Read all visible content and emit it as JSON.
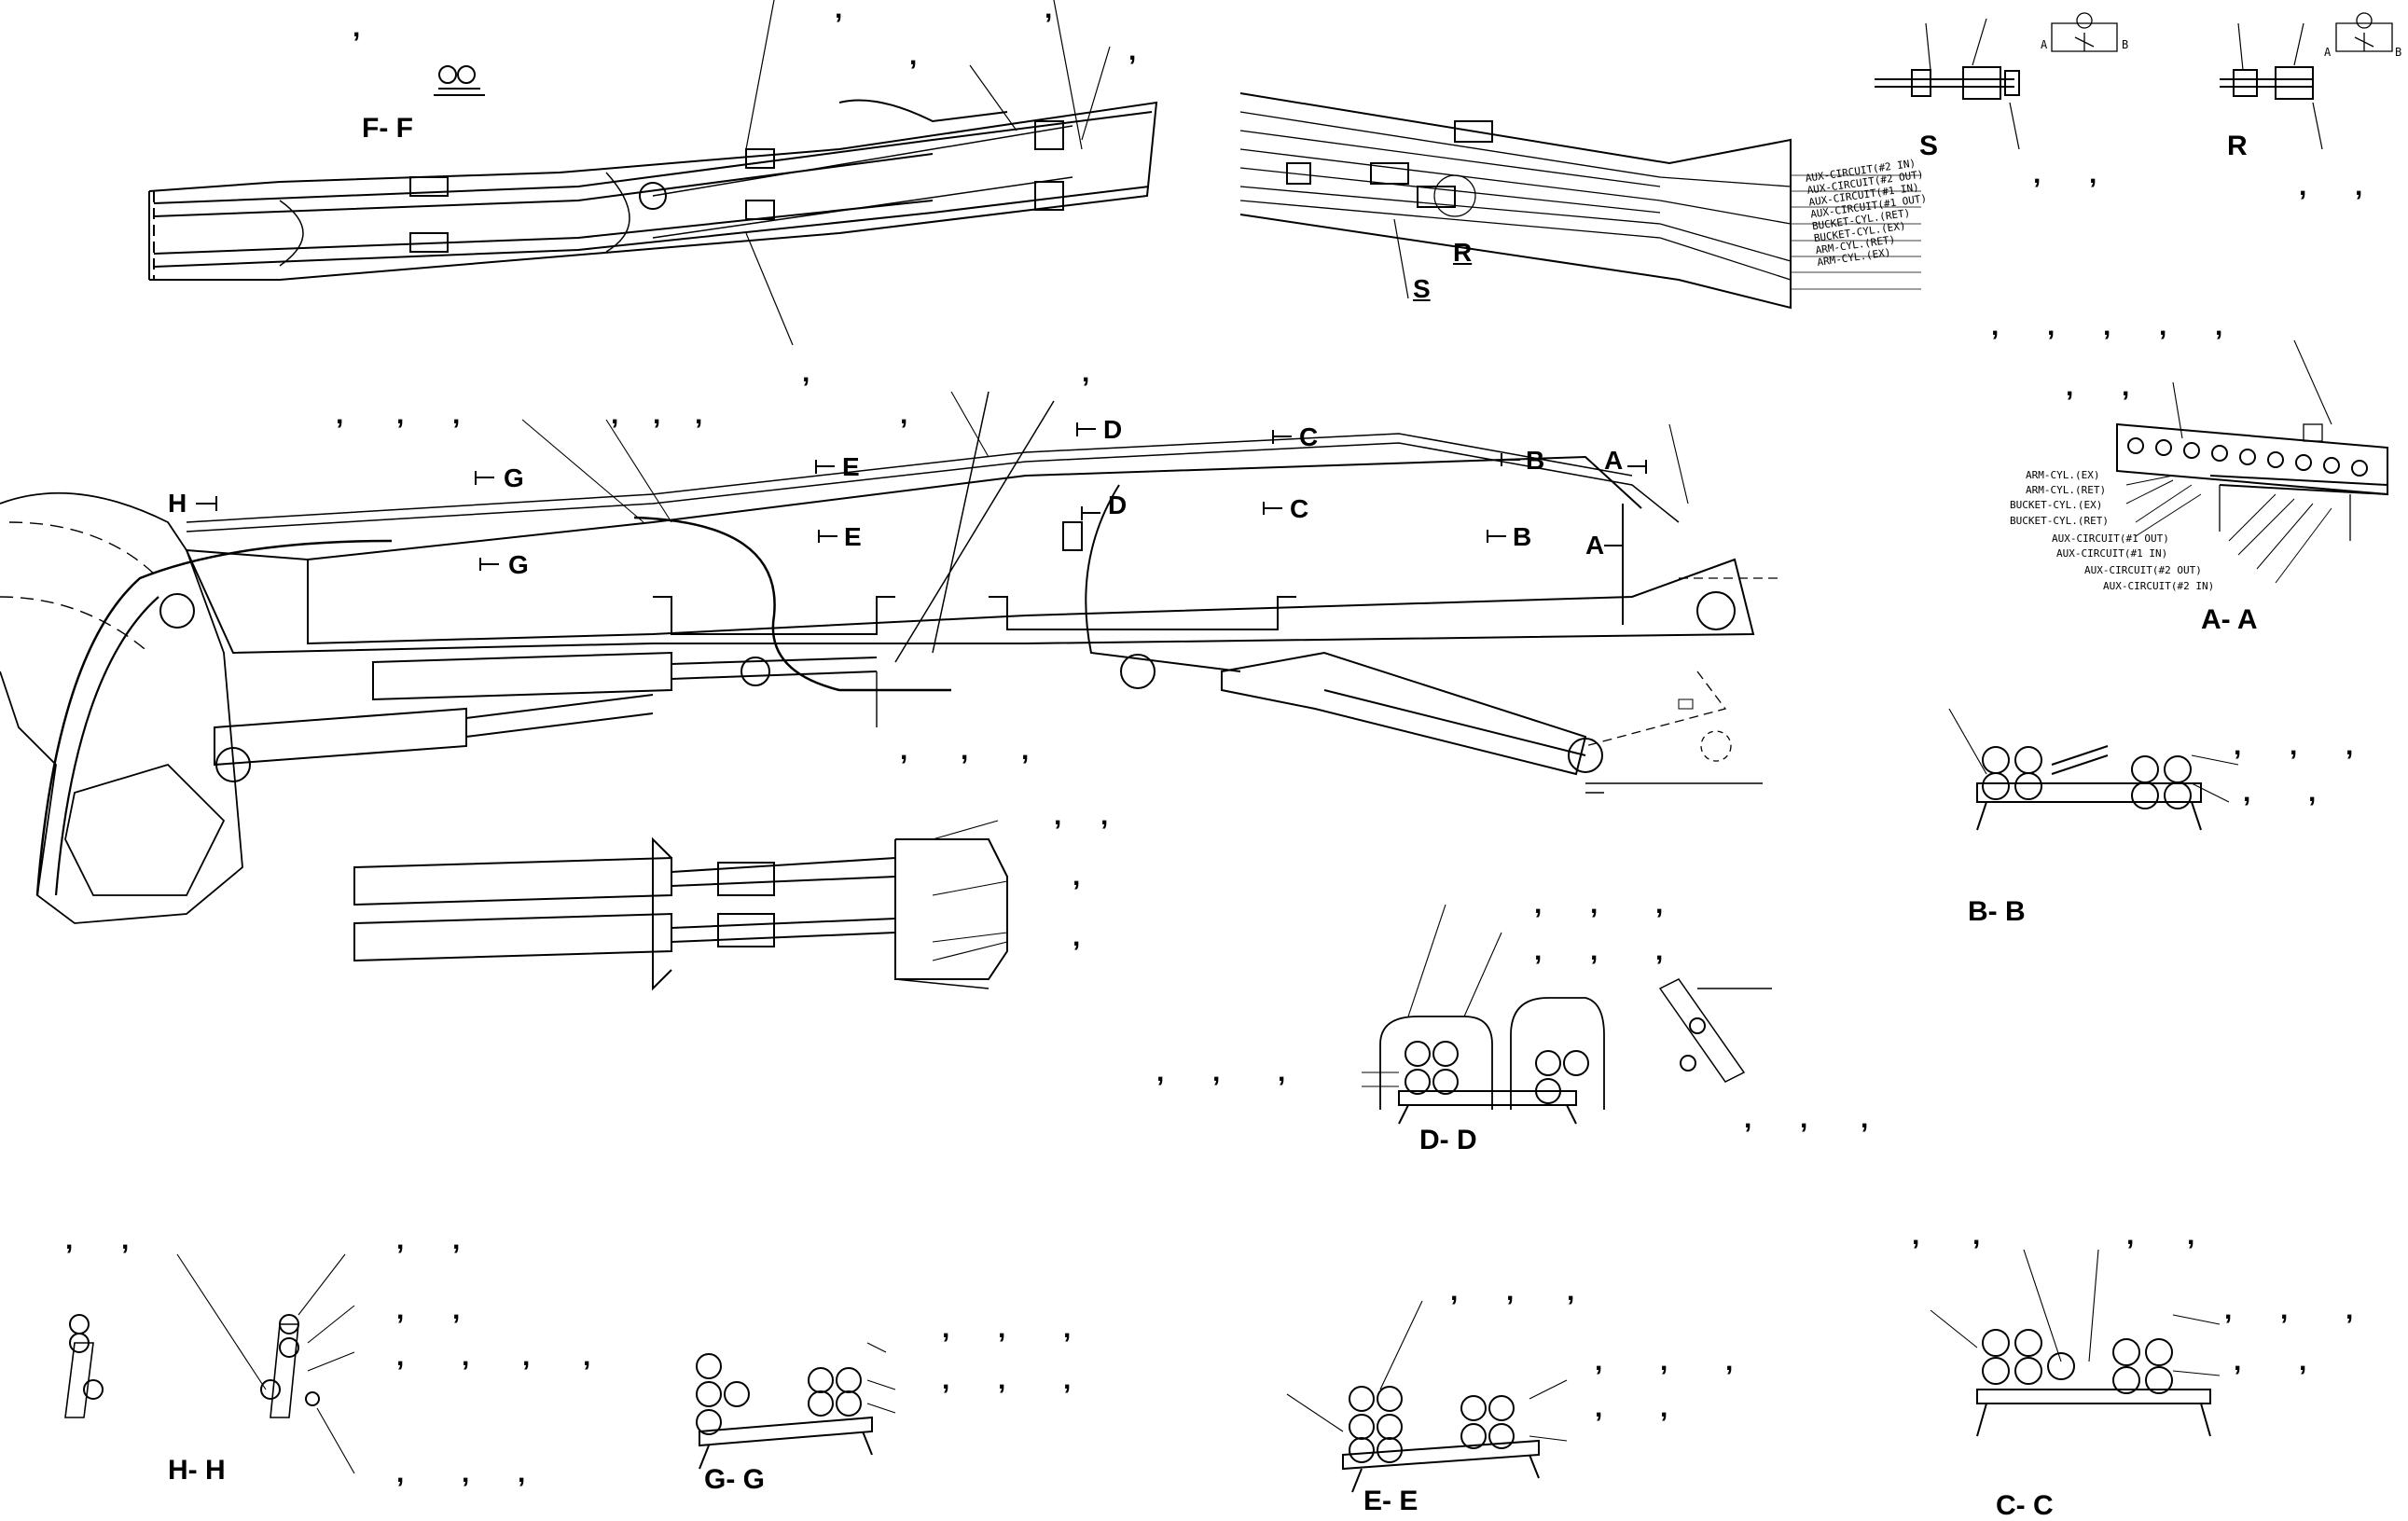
{
  "section_labels": {
    "ff": "F- F",
    "s": "S",
    "r": "R",
    "aa": "A- A",
    "bb": "B- B",
    "cc": "C- C",
    "dd": "D- D",
    "ee": "E- E",
    "gg": "G- G",
    "hh": "H- H"
  },
  "cut_markers": {
    "g_top": "G",
    "g_bot": "G",
    "e_top": "E",
    "e_bot": "E",
    "d_top": "D",
    "d_bot": "D",
    "c_top": "C",
    "c_bot": "C",
    "b_top": "B",
    "b_bot": "B",
    "a_top": "A",
    "a_bot": "A",
    "h": "H"
  },
  "detail_callouts": {
    "r_circle": "R",
    "s_under": "S"
  },
  "valve_ports": {
    "s_a": "A",
    "s_b": "B",
    "r_a": "A",
    "r_b": "B"
  },
  "hose_table_top": [
    "AUX-CIRCUIT(#2 IN)",
    "AUX-CIRCUIT(#2 OUT)",
    "AUX-CIRCUIT(#1 IN)",
    "AUX-CIRCUIT(#1 OUT)",
    "BUCKET-CYL.(RET)",
    "BUCKET-CYL.(EX)",
    "ARM-CYL.(RET)",
    "ARM-CYL.(EX)"
  ],
  "hose_table_aa": [
    "ARM-CYL.(EX)",
    "ARM-CYL.(RET)",
    "BUCKET-CYL.(EX)",
    "BUCKET-CYL.(RET)",
    "AUX-CIRCUIT(#1 OUT)",
    "AUX-CIRCUIT(#1 IN)",
    "AUX-CIRCUIT(#2 OUT)",
    "AUX-CIRCUIT(#2 IN)"
  ],
  "comma": ","
}
